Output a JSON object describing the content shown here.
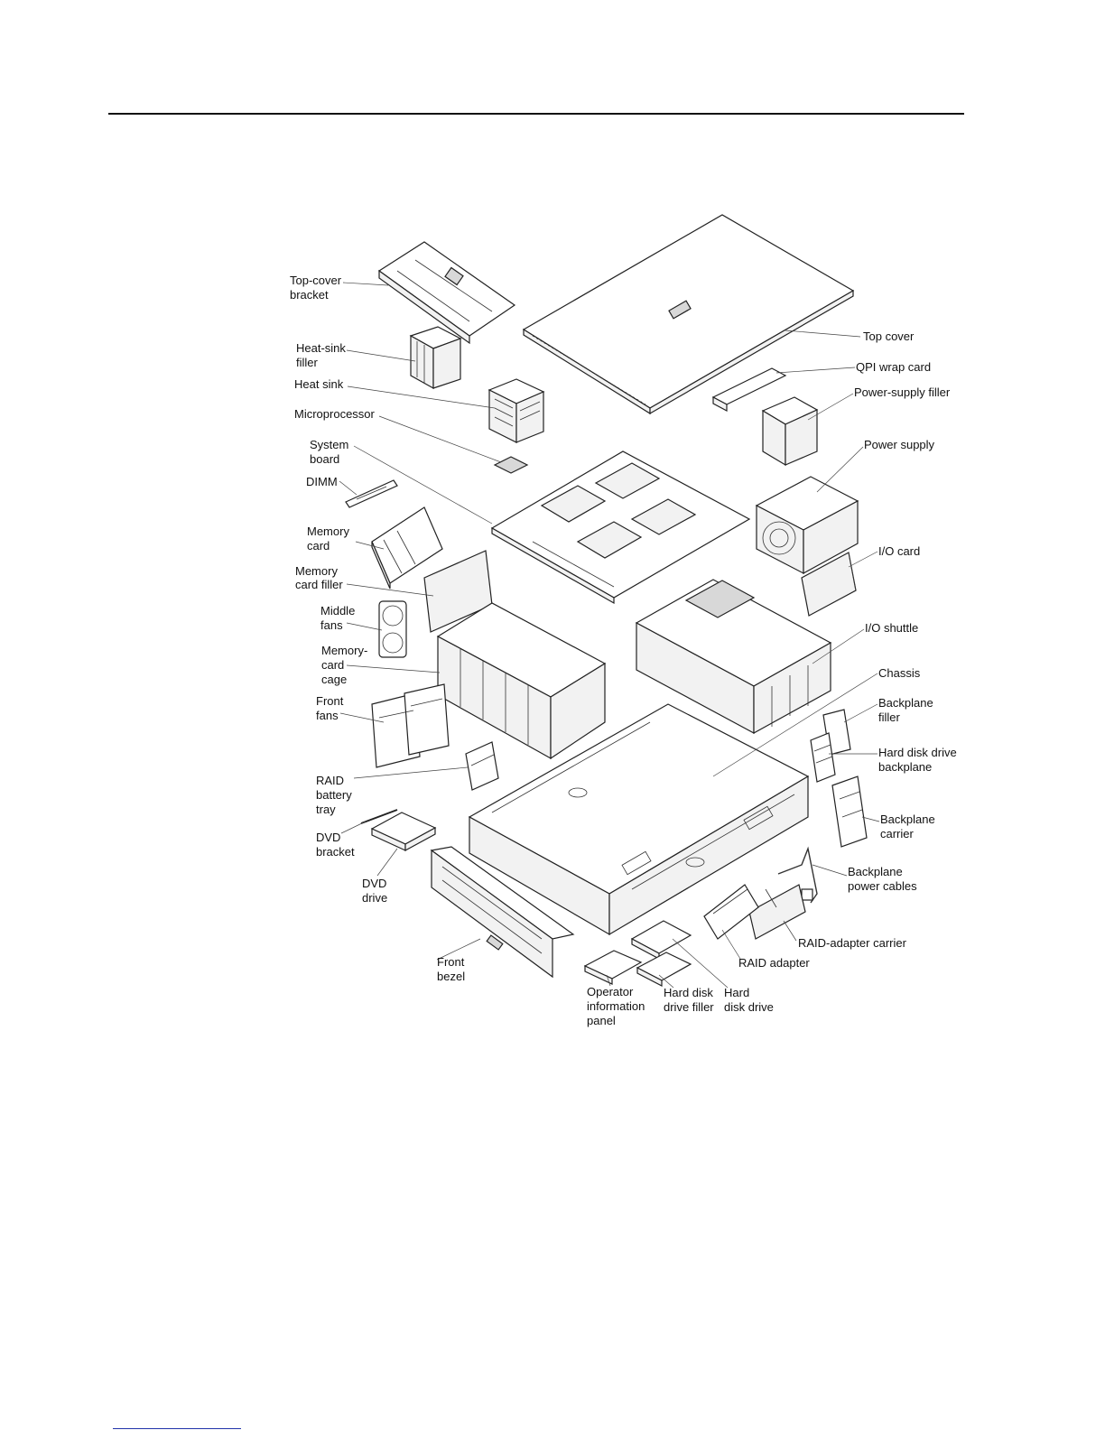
{
  "labels": {
    "top_cover_bracket": [
      "Top-cover",
      "bracket"
    ],
    "heat_sink_filler": [
      "Heat-sink",
      "filler"
    ],
    "heat_sink": [
      "Heat sink"
    ],
    "microprocessor": [
      "Microprocessor"
    ],
    "system_board": [
      "System",
      "board"
    ],
    "dimm": [
      "DIMM"
    ],
    "memory_card": [
      "Memory",
      "card"
    ],
    "memory_card_filler": [
      "Memory",
      "card filler"
    ],
    "middle_fans": [
      "Middle",
      "fans"
    ],
    "memory_card_cage": [
      "Memory-",
      "card",
      "cage"
    ],
    "front_fans": [
      "Front",
      "fans"
    ],
    "raid_battery_tray": [
      "RAID",
      "battery",
      "tray"
    ],
    "dvd_bracket": [
      "DVD",
      "bracket"
    ],
    "dvd_drive": [
      "DVD",
      "drive"
    ],
    "front_bezel": [
      "Front",
      "bezel"
    ],
    "operator_information_panel": [
      "Operator",
      "information",
      "panel"
    ],
    "hard_disk_drive_filler": [
      "Hard disk",
      "drive filler"
    ],
    "hard_disk_drive": [
      "Hard",
      "disk drive"
    ],
    "raid_adapter": [
      "RAID adapter"
    ],
    "raid_adapter_carrier": [
      "RAID-adapter carrier"
    ],
    "backplane_power_cables": [
      "Backplane",
      "power cables"
    ],
    "backplane_carrier": [
      "Backplane",
      "carrier"
    ],
    "hard_disk_drive_backplane": [
      "Hard disk drive",
      "backplane"
    ],
    "backplane_filler": [
      "Backplane",
      "filler"
    ],
    "chassis": [
      "Chassis"
    ],
    "io_shuttle": [
      "I/O shuttle"
    ],
    "io_card": [
      "I/O card"
    ],
    "power_supply": [
      "Power supply"
    ],
    "power_supply_filler": [
      "Power-supply filler"
    ],
    "qpi_wrap_card": [
      "QPI wrap card"
    ],
    "top_cover": [
      "Top cover"
    ]
  }
}
